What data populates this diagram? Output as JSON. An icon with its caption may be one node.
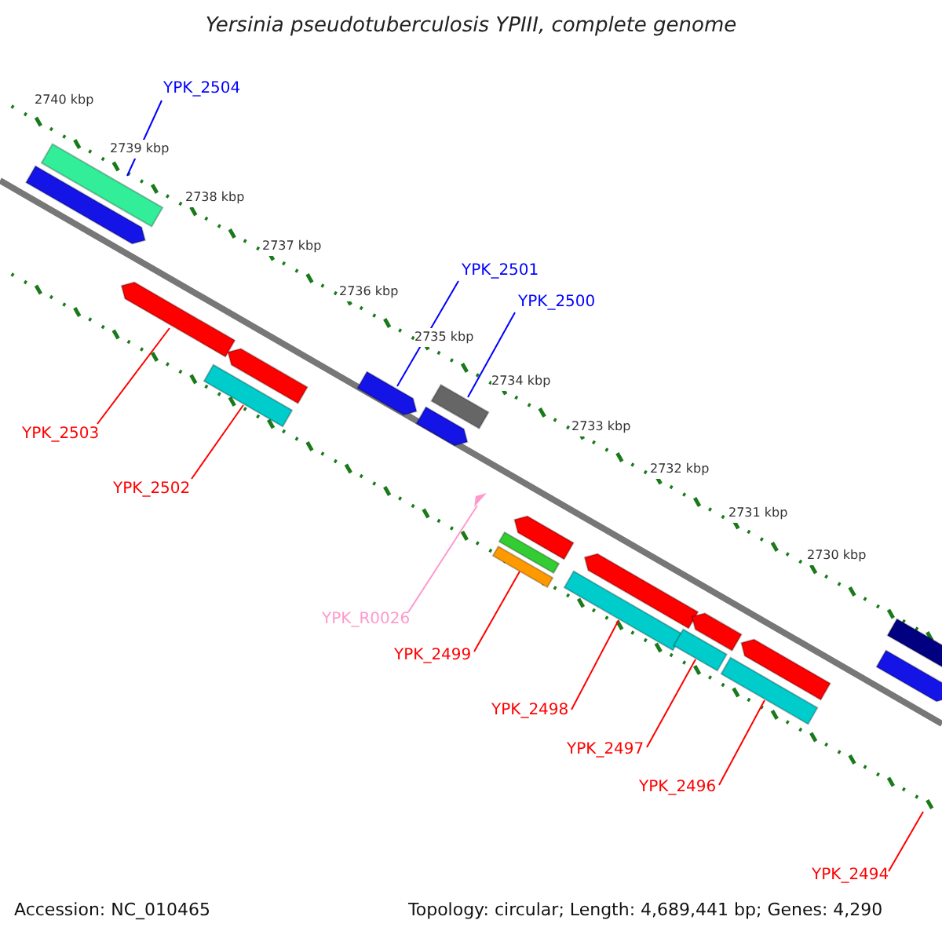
{
  "diagram": {
    "title": "Yersinia pseudotuberculosis YPIII, complete genome",
    "nodes": [
      {
        "text": [
          "YPK_2504"
        ]
      },
      {
        "text": [],
        "shape": "bar"
      },
      {
        "text": [
          "YPK_2501"
        ]
      },
      {
        "text": [],
        "shape": "bar"
      },
      {
        "text": [
          "YPK_2500"
        ]
      },
      {
        "text": [],
        "shape": "bar"
      },
      {
        "text": [
          "YPK_2503"
        ]
      },
      {
        "text": [],
        "shape": "bar"
      },
      {
        "text": [
          "YPK_2502"
        ]
      },
      {
        "text": [],
        "shape": "bar"
      },
      {
        "text": [
          "YPK_R0026"
        ]
      },
      {
        "text": [],
        "shape": "triangle"
      },
      {
        "text": [
          "YPK_2499"
        ]
      },
      {
        "text": [],
        "shape": "bar"
      },
      {
        "text": [
          "YPK_2498"
        ]
      },
      {
        "text": [],
        "shape": "bar"
      },
      {
        "text": [
          "YPK_2497"
        ]
      },
      {
        "text": [],
        "shape": "bar"
      },
      {
        "text": [
          "YPK_2496"
        ]
      },
      {
        "text": [],
        "shape": "bar"
      },
      {
        "text": [
          "YPK_2494"
        ]
      },
      {
        "text": [],
        "shape": "bar"
      },
      {
        "text": [],
        "shape": "bar"
      },
      {
        "text": [],
        "shape": "bar"
      },
      {
        "text": [],
        "shape": "bar"
      },
      {
        "text": [],
        "shape": "bar"
      },
      {
        "text": [],
        "shape": "bar"
      },
      {
        "text": [],
        "shape": "bar"
      },
      {
        "text": [],
        "shape": "bar"
      },
      {
        "text": [],
        "shape": "bar"
      },
      {
        "text": [],
        "shape": "bar"
      }
    ],
    "edges": [
      {
        "from": 0,
        "to": 1,
        "arrow": "none",
        "color": "#0000ff"
      },
      {
        "from": 2,
        "to": 3,
        "arrow": "none",
        "color": "#0000ff"
      },
      {
        "from": 4,
        "to": 5,
        "arrow": "none",
        "color": "#0000ff"
      },
      {
        "from": 6,
        "to": 7,
        "arrow": "none"
      },
      {
        "from": 8,
        "to": 9,
        "arrow": "none"
      },
      {
        "from": 10,
        "to": 11,
        "arrow": "none",
        "color": "#ff99cc"
      },
      {
        "from": 12,
        "to": 13,
        "arrow": "none"
      },
      {
        "from": 14,
        "to": 15,
        "arrow": "none"
      },
      {
        "from": 16,
        "to": 17,
        "arrow": "none"
      },
      {
        "from": 18,
        "to": 19,
        "arrow": "none"
      },
      {
        "from": 20,
        "to": null,
        "arrow": "none"
      }
    ],
    "labels": [
      "2740 kbp",
      "2739 kbp",
      "2738 kbp",
      "2737 kbp",
      "2736 kbp",
      "2735 kbp",
      "2734 kbp",
      "2733 kbp",
      "2732 kbp",
      "2731 kbp",
      "2730 kbp",
      "Accession: NC_010465",
      "Topology: circular; Length: 4,689,441 bp; Genes: 4,290"
    ]
  }
}
